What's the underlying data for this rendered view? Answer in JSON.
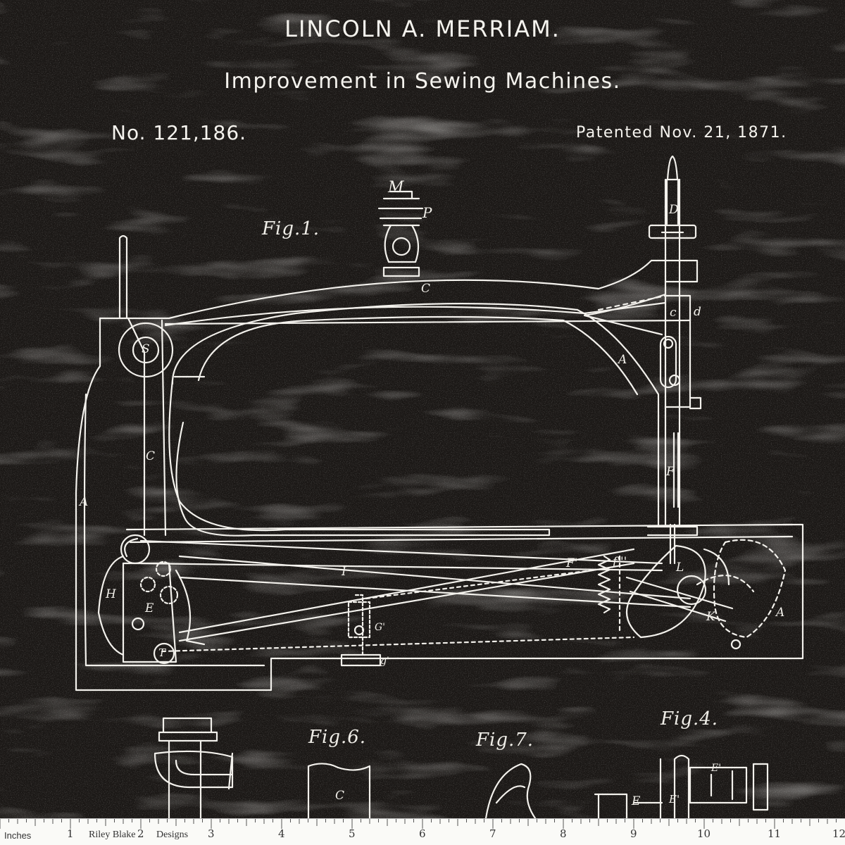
{
  "header": {
    "inventor": "LINCOLN A. MERRIAM.",
    "title": "Improvement in Sewing Machines.",
    "patent_number": "No. 121,186.",
    "patent_date": "Patented Nov. 21, 1871."
  },
  "figures": {
    "fig1": "Fig.1.",
    "fig6": "Fig.6.",
    "fig7": "Fig.7.",
    "fig4": "Fig.4."
  },
  "labels": [
    {
      "id": "M",
      "text": "M"
    },
    {
      "id": "P",
      "text": "P"
    },
    {
      "id": "C-top",
      "text": "C"
    },
    {
      "id": "D",
      "text": "D"
    },
    {
      "id": "d",
      "text": "d"
    },
    {
      "id": "c-small",
      "text": "c"
    },
    {
      "id": "A-arm",
      "text": "A"
    },
    {
      "id": "S",
      "text": "S"
    },
    {
      "id": "C-left",
      "text": "C"
    },
    {
      "id": "A-left",
      "text": "A"
    },
    {
      "id": "F",
      "text": "F"
    },
    {
      "id": "H",
      "text": "H"
    },
    {
      "id": "E",
      "text": "E"
    },
    {
      "id": "I",
      "text": "I"
    },
    {
      "id": "F-prime",
      "text": "F'"
    },
    {
      "id": "f-primes",
      "text": "f'''"
    },
    {
      "id": "L",
      "text": "L"
    },
    {
      "id": "K",
      "text": "K"
    },
    {
      "id": "A-right",
      "text": "A"
    },
    {
      "id": "G-prime",
      "text": "G'"
    },
    {
      "id": "g-prime",
      "text": "g'"
    },
    {
      "id": "T",
      "text": "T"
    },
    {
      "id": "C-fig6",
      "text": "C"
    },
    {
      "id": "E-fig4a",
      "text": "E'"
    },
    {
      "id": "E-fig4b",
      "text": "E"
    },
    {
      "id": "E-fig4c",
      "text": "E'"
    }
  ],
  "ruler": {
    "unit": "Inches",
    "brand_left": "Riley Blake",
    "brand_right": "Designs",
    "numbers": [
      "1",
      "2",
      "3",
      "4",
      "5",
      "6",
      "7",
      "8",
      "9",
      "10",
      "11",
      "12"
    ]
  },
  "colors": {
    "background": "#1b1816",
    "line": "#f3f1ec",
    "ruler": "#fafaf7"
  }
}
